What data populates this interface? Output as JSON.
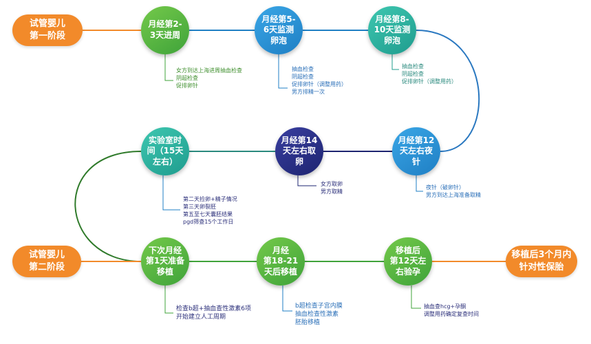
{
  "stage1": "试管婴儿\n第一阶段",
  "stage2": "试管婴儿\n第二阶段",
  "final": "移植后3个月内\n针对性保胎",
  "steps": [
    {
      "label": "月经第2-\n3天进周",
      "notes": [
        "女方到达上海进周抽血检查",
        "阴超检查",
        "促排卵针"
      ]
    },
    {
      "label": "月经第5-\n6天监测\n卵泡",
      "notes": [
        "抽血检查",
        "阴超检查",
        "促排卵针（调整用药）",
        "男方排精一次"
      ]
    },
    {
      "label": "月经第8-\n10天监测\n卵泡",
      "notes": [
        "抽血检查",
        "阴超检查",
        "促排卵针（调整用药）"
      ]
    },
    {
      "label": "月经第12\n天左右夜\n针",
      "notes": [
        "夜针（破卵针）",
        "男方到达上海准备取精"
      ]
    },
    {
      "label": "月经第14\n天左右取\n卵",
      "notes": [
        "女方取卵",
        "男方取精"
      ]
    },
    {
      "label": "实验室时\n间（15天\n左右）",
      "notes": [
        "第二天捡卵+精子情况",
        "第三天卵裂胚",
        "第五至七天囊胚结果",
        "pgd筛查15个工作日"
      ]
    },
    {
      "label": "下次月经\n第1天准备\n移植",
      "notes": [
        "检查b超+抽血查性激素6项",
        "开始建立人工周期"
      ]
    },
    {
      "label": "月经\n第18-21\n天后移植",
      "notes": [
        "b超检查子宫内膜",
        "抽血检查性激素",
        "胚胎移植"
      ]
    },
    {
      "label": "移植后\n第12天左\n右验孕",
      "notes": [
        "抽血查hcg+孕酮",
        "调整用药确定复查时间"
      ]
    }
  ]
}
